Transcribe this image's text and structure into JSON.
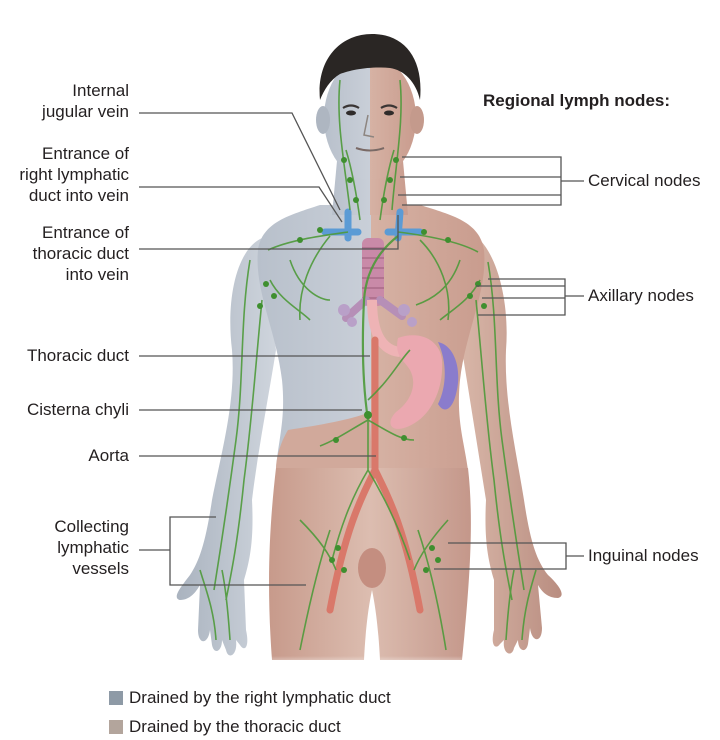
{
  "diagram": {
    "title": "Regional lymph nodes:",
    "left_labels": [
      {
        "id": "internal-jugular-vein",
        "lines": [
          "Internal",
          "jugular vein"
        ]
      },
      {
        "id": "right-lymphatic-duct-entrance",
        "lines": [
          "Entrance of",
          "right lymphatic",
          "duct into vein"
        ]
      },
      {
        "id": "thoracic-duct-entrance",
        "lines": [
          "Entrance of",
          "thoracic duct",
          "into vein"
        ]
      },
      {
        "id": "thoracic-duct",
        "lines": [
          "Thoracic duct"
        ]
      },
      {
        "id": "cisterna-chyli",
        "lines": [
          "Cisterna chyli"
        ]
      },
      {
        "id": "aorta",
        "lines": [
          "Aorta"
        ]
      },
      {
        "id": "collecting-lymphatic-vessels",
        "lines": [
          "Collecting",
          "lymphatic",
          "vessels"
        ]
      }
    ],
    "right_labels": [
      {
        "id": "cervical-nodes",
        "text": "Cervical nodes"
      },
      {
        "id": "axillary-nodes",
        "text": "Axillary nodes"
      },
      {
        "id": "inguinal-nodes",
        "text": "Inguinal nodes"
      }
    ],
    "legend": [
      {
        "label": "Drained by the right lymphatic duct",
        "color": "#8e9aa6"
      },
      {
        "label": "Drained by the thoracic duct",
        "color": "#b3a59c"
      }
    ],
    "colors": {
      "right_region_skin": "#c9cfd8",
      "thoracic_region_skin": "#d9b5a8",
      "lymph_vessels": "#4e9a3a",
      "veins": "#5b9bd5",
      "aorta": "#d9786a",
      "trachea": "#c98aa8",
      "stomach": "#eba8b0",
      "spleen": "#8a7ccc",
      "hair": "#2a2624",
      "leader_line": "#555555"
    }
  }
}
